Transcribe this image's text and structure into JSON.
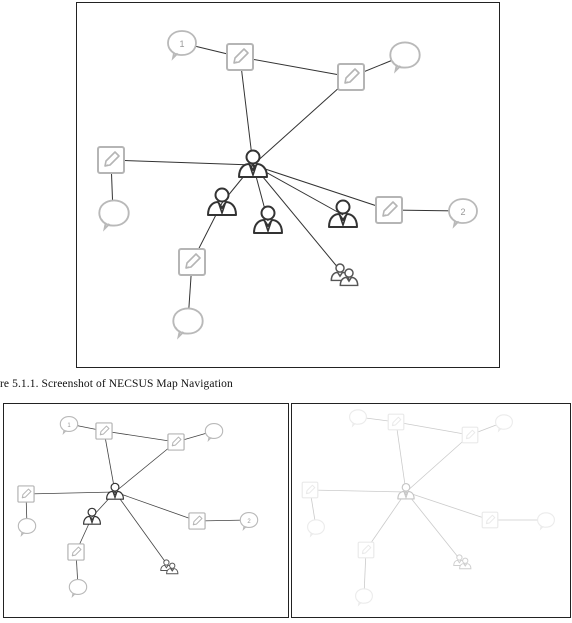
{
  "figure": {
    "caption": "re 5.1.1.  Screenshot of NECSUS Map Navigation"
  },
  "map": {
    "comment_badges": [
      "1",
      "2"
    ]
  },
  "colors": {
    "line": "#333333",
    "node_light": "#b9b9b9",
    "node_dark": "#333333",
    "faded": "#dadada"
  }
}
